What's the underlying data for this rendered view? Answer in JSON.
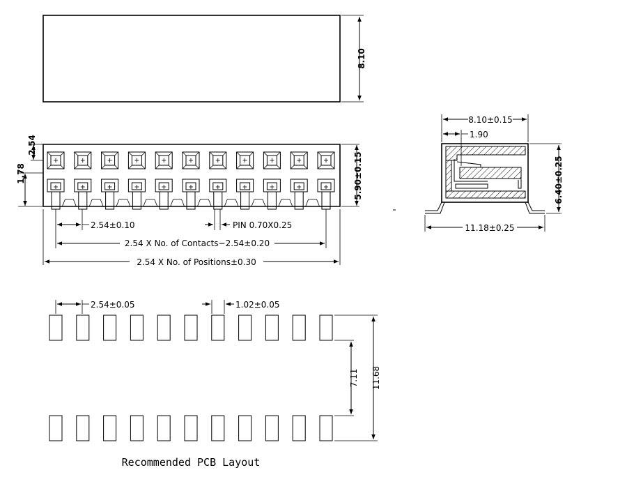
{
  "top_view": {
    "height_label": "8.10"
  },
  "front_view": {
    "pitch_label": "2.54",
    "row_offset_label": "1.78",
    "height_label": "5.90±0.15",
    "pitch_tol_label": "2.54±0.10",
    "pin_label": "PIN 0.70X0.25",
    "contacts_label": "2.54 X No. of Contacts−2.54±0.20",
    "positions_label": "2.54 X No. of Positions±0.30"
  },
  "side_view": {
    "width_label": "8.10±0.15",
    "offset_label": "1.90",
    "height_label": "6.40±0.25",
    "span_label": "11.18±0.25"
  },
  "pcb_layout": {
    "pitch_label": "2.54±0.05",
    "pad_label": "1.02±0.05",
    "inner_label": "7.11",
    "outer_label": "11.68",
    "caption": "Recommended PCB Layout"
  }
}
